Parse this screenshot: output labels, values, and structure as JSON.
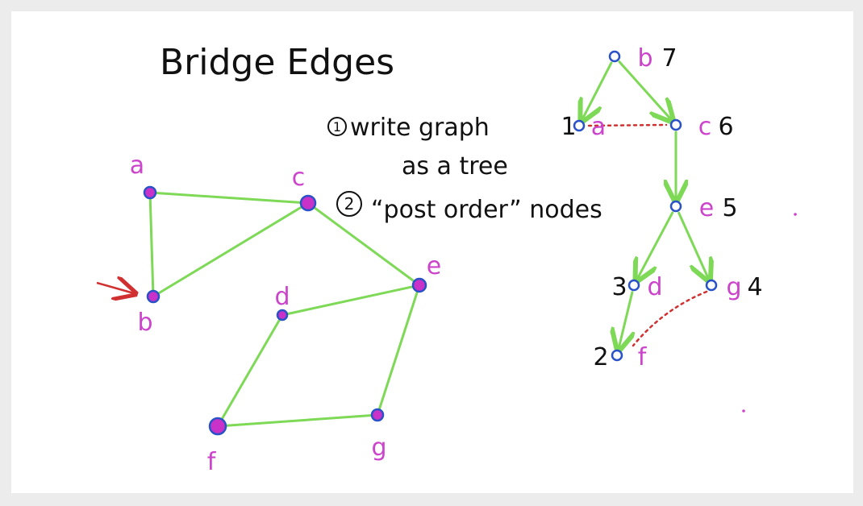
{
  "title": "Bridge Edges",
  "steps": [
    {
      "marker": "1",
      "line1": "write graph",
      "line2": "as a tree"
    },
    {
      "marker": "2",
      "text": "“post order” nodes"
    }
  ],
  "graph": {
    "nodes": [
      {
        "id": "a",
        "label": "a"
      },
      {
        "id": "b",
        "label": "b"
      },
      {
        "id": "c",
        "label": "c"
      },
      {
        "id": "d",
        "label": "d"
      },
      {
        "id": "e",
        "label": "e"
      },
      {
        "id": "f",
        "label": "f"
      },
      {
        "id": "g",
        "label": "g"
      }
    ],
    "edges": [
      [
        "a",
        "c"
      ],
      [
        "a",
        "b"
      ],
      [
        "b",
        "c"
      ],
      [
        "c",
        "e"
      ],
      [
        "e",
        "d"
      ],
      [
        "d",
        "f"
      ],
      [
        "f",
        "g"
      ],
      [
        "g",
        "e"
      ]
    ],
    "start_node": "b"
  },
  "tree": {
    "nodes": [
      {
        "id": "b",
        "label": "b",
        "order": "7"
      },
      {
        "id": "a",
        "label": "a",
        "order": "1"
      },
      {
        "id": "c",
        "label": "c",
        "order": "6"
      },
      {
        "id": "e",
        "label": "e",
        "order": "5"
      },
      {
        "id": "d",
        "label": "d",
        "order": "3"
      },
      {
        "id": "g",
        "label": "g",
        "order": "4"
      },
      {
        "id": "f",
        "label": "f",
        "order": "2"
      }
    ],
    "tree_edges": [
      [
        "b",
        "a"
      ],
      [
        "b",
        "c"
      ],
      [
        "c",
        "e"
      ],
      [
        "e",
        "d"
      ],
      [
        "e",
        "g"
      ],
      [
        "d",
        "f"
      ]
    ],
    "back_edges": [
      [
        "a",
        "c"
      ],
      [
        "g",
        "f"
      ]
    ]
  },
  "colors": {
    "edge": "#7ed957",
    "back_edge": "#d03030",
    "label": "#cc44cc",
    "node_outline": "#2a52c8",
    "node_fill": "#c832c8",
    "ink": "#111111"
  }
}
